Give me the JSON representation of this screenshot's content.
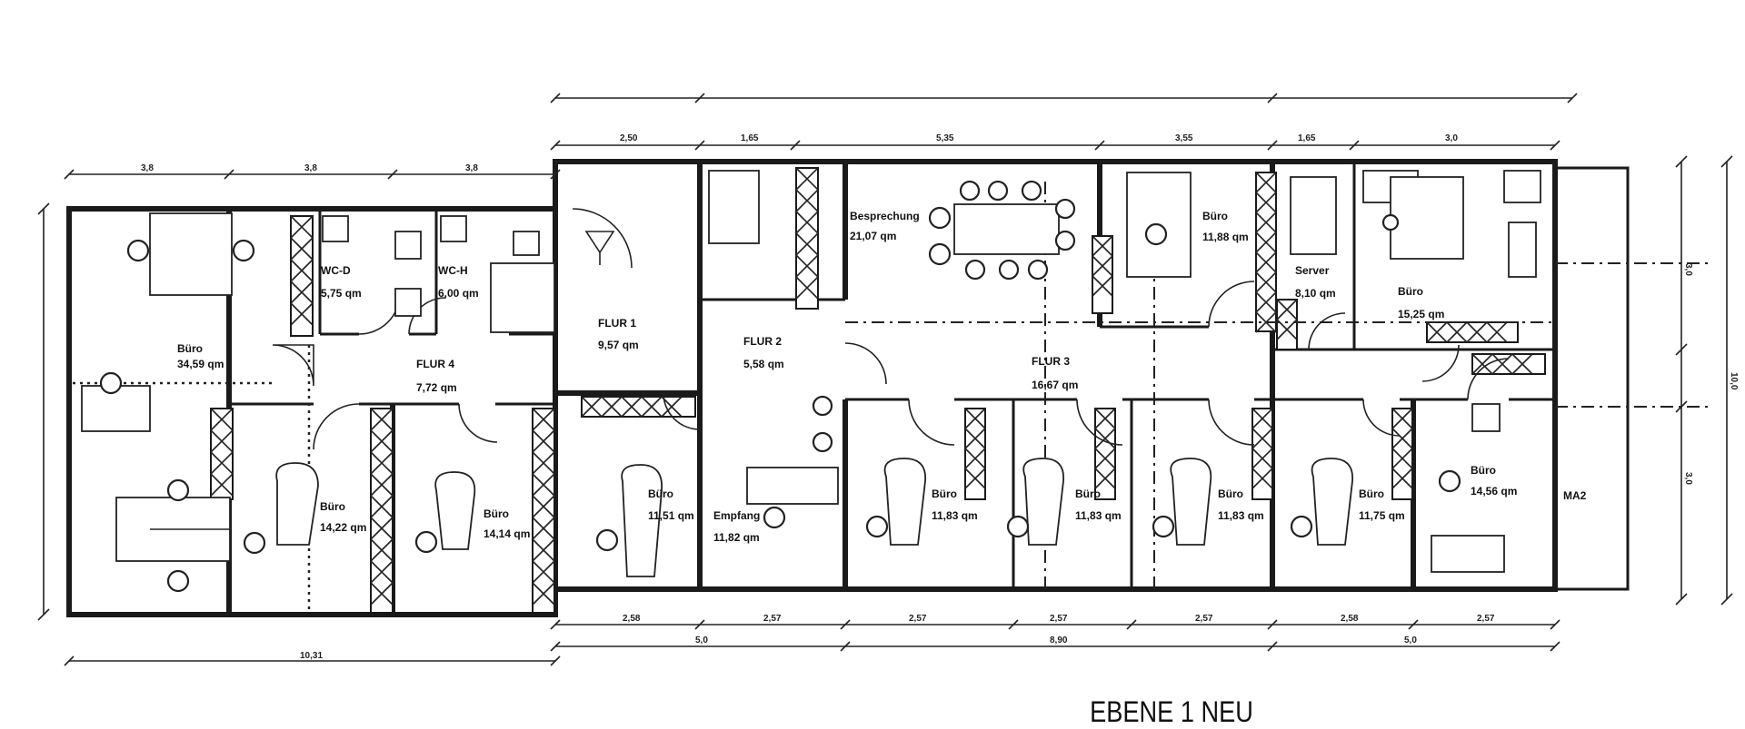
{
  "plan": {
    "title": "EBENE 1 NEU",
    "rooms": {
      "buero_west": {
        "name": "Büro",
        "area": "34,59 qm"
      },
      "wc_d": {
        "name": "WC-D",
        "area": "5,75 qm"
      },
      "wc_h": {
        "name": "WC-H",
        "area": "6,00 qm"
      },
      "flur4": {
        "name": "FLUR 4",
        "area": "7,72 qm"
      },
      "flur1": {
        "name": "FLUR 1",
        "area": "9,57 qm"
      },
      "flur2": {
        "name": "FLUR 2",
        "area": "5,58 qm"
      },
      "flur3": {
        "name": "FLUR 3",
        "area": "16,67 qm"
      },
      "besprechung": {
        "name": "Besprechung",
        "area": "21,07 qm"
      },
      "buero_n1": {
        "name": "Büro",
        "area": "11,88 qm"
      },
      "server": {
        "name": "Server",
        "area": "8,10 qm"
      },
      "buero_ne": {
        "name": "Büro",
        "area": "15,25 qm"
      },
      "buero_s1": {
        "name": "Büro",
        "area": "14,22 qm"
      },
      "buero_s2": {
        "name": "Büro",
        "area": "14,14 qm"
      },
      "buero_s3": {
        "name": "Büro",
        "area": "11,51 qm"
      },
      "empfang": {
        "name": "Empfang",
        "area": "11,82 qm"
      },
      "buero_s4": {
        "name": "Büro",
        "area": "11,83 qm"
      },
      "buero_s5": {
        "name": "Büro",
        "area": "11,83 qm"
      },
      "buero_s6": {
        "name": "Büro",
        "area": "11,83 qm"
      },
      "buero_s7": {
        "name": "Büro",
        "area": "11,75 qm"
      },
      "buero_se": {
        "name": "Büro",
        "area": "14,56 qm"
      },
      "tag_ma2": "MA2"
    },
    "dimensions": {
      "top_left": [
        "3,8",
        "3,8",
        "3,8"
      ],
      "top_mid": [
        "2,50",
        "1,65",
        "5,35",
        "3,55",
        "1,65",
        "3,0"
      ],
      "overall_left": "10,31",
      "bottom_small": [
        "2,58",
        "2,57",
        "2,57",
        "2,57",
        "2,57",
        "2,58",
        "2,57"
      ],
      "bottom_big": [
        "5,0",
        "8,90",
        "5,0"
      ],
      "right_side": [
        "3,0",
        "3,0",
        "10,0"
      ]
    }
  }
}
